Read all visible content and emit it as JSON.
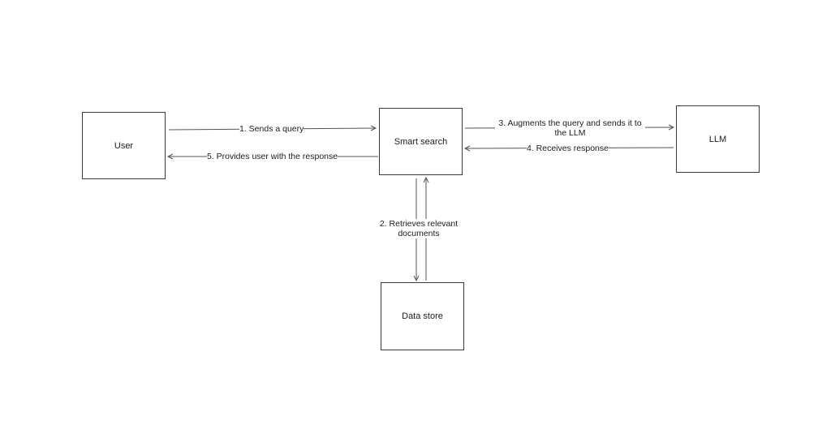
{
  "nodes": {
    "user": {
      "label": "User"
    },
    "smart_search": {
      "label": "Smart search"
    },
    "llm": {
      "label": "LLM"
    },
    "data_store": {
      "label": "Data store"
    }
  },
  "edges": {
    "step1": {
      "label": "1. Sends a query"
    },
    "step2": {
      "label": "2. Retrieves relevant documents"
    },
    "step3": {
      "label": "3. Augments the query and sends it to the LLM"
    },
    "step4": {
      "label": "4. Receives response"
    },
    "step5": {
      "label": "5. Provides user with the response"
    }
  },
  "colors": {
    "stroke": "#3a3a3a",
    "arrow": "#555555",
    "text": "#1b1b1b",
    "background": "#ffffff"
  }
}
